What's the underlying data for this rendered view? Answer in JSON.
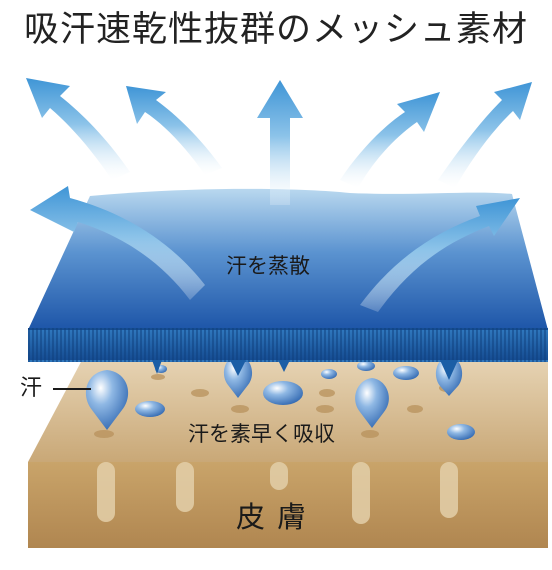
{
  "title": "吸汗速乾性抜群のメッシュ素材",
  "labels": {
    "evaporate": "汗を蒸散",
    "absorb": "汗を素早く吸収",
    "sweat": "汗",
    "skin": "皮膚"
  },
  "colors": {
    "fabric_top": "#a9cdea",
    "fabric_bottom": "#1d55a8",
    "fabric_edge": "#1b5ea6",
    "skin_top": "#dcc6a0",
    "skin_bottom": "#b18a52",
    "drop": "#3f7fc4",
    "arrow": "#5fa8dc"
  }
}
